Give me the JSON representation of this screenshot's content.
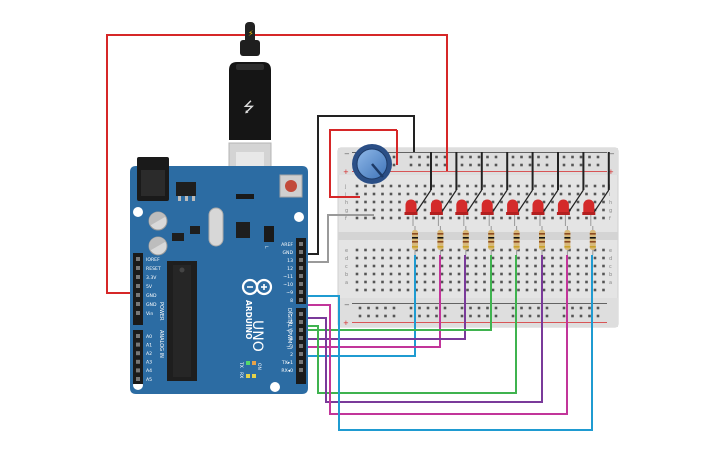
{
  "board": {
    "brand": "ARDUINO",
    "model": "UNO",
    "digital_header": "DIGITAL (PWM~)",
    "power_header": "POWER",
    "analog_header": "ANALOG IN",
    "on_label": "ON",
    "l_label": "L",
    "tx_label": "TX",
    "rx_label": "RX",
    "digital_pins": [
      "AREF",
      "GND",
      "13",
      "12",
      "~11",
      "~10",
      "~9",
      "8",
      "7",
      "~6",
      "~5",
      "4",
      "~3",
      "2",
      "TX▸1",
      "RX◂0"
    ],
    "power_pins": [
      "IOREF",
      "RESET",
      "3.3V",
      "5V",
      "GND",
      "GND",
      "Vin"
    ],
    "analog_pins": [
      "A0",
      "A1",
      "A2",
      "A3",
      "A4",
      "A5"
    ]
  },
  "breadboard": {
    "columns": 30,
    "row_letters_top": [
      "j",
      "i",
      "h",
      "g",
      "f"
    ],
    "row_letters_bottom": [
      "e",
      "d",
      "c",
      "b",
      "a"
    ],
    "rail_minus": "−",
    "rail_plus": "+"
  },
  "circuit": {
    "led_count": 8,
    "colors": {
      "board": "#2c6ca3",
      "wire_red": "#d62728",
      "wire_black": "#222222",
      "wire_gray": "#9a9a9a",
      "wire_blue": "#1f9bd1",
      "wire_magenta": "#c2359a",
      "wire_purple": "#7a3a9a",
      "wire_green": "#3fb34f",
      "led": "#d42a2a",
      "potentiometer": "#2b4f86"
    }
  }
}
